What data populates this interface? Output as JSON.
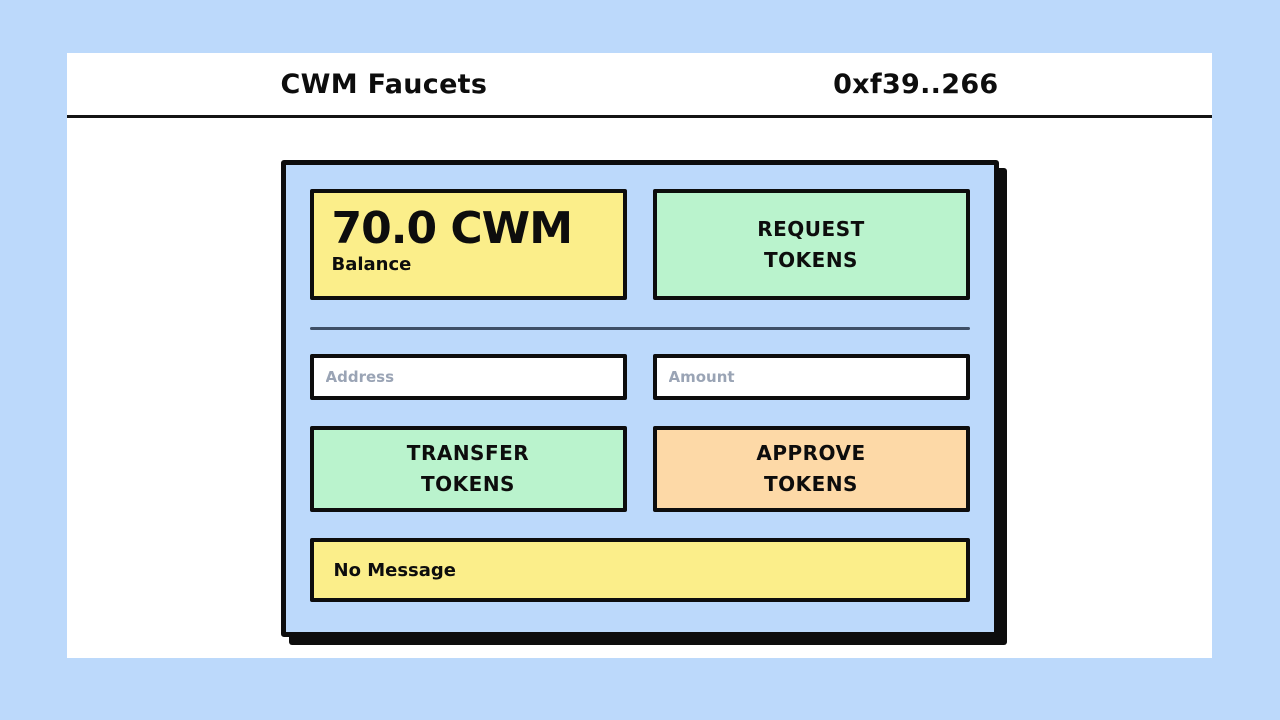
{
  "header": {
    "title": "CWM Faucets",
    "wallet_address": "0xf39..266"
  },
  "balance": {
    "value": "70.0 CWM",
    "label": "Balance"
  },
  "buttons": {
    "request": {
      "lines": [
        "REQUEST",
        "TOKENS"
      ]
    },
    "transfer": {
      "lines": [
        "TRANSFER",
        "TOKENS"
      ]
    },
    "approve": {
      "lines": [
        "APPROVE",
        "TOKENS"
      ]
    }
  },
  "inputs": {
    "address": {
      "placeholder": "Address",
      "value": ""
    },
    "amount": {
      "placeholder": "Amount",
      "value": ""
    }
  },
  "message": {
    "text": "No Message"
  },
  "colors": {
    "page_background": "#bcd9fb",
    "card_background": "#bcd9fb",
    "balance_yellow": "#fbee8a",
    "button_green": "#baf3cd",
    "button_orange": "#fdd9a7",
    "message_yellow": "#fbee8a",
    "border_black": "#0d0d0d",
    "divider": "#3e4f66",
    "placeholder_gray": "#9aa4b5"
  }
}
